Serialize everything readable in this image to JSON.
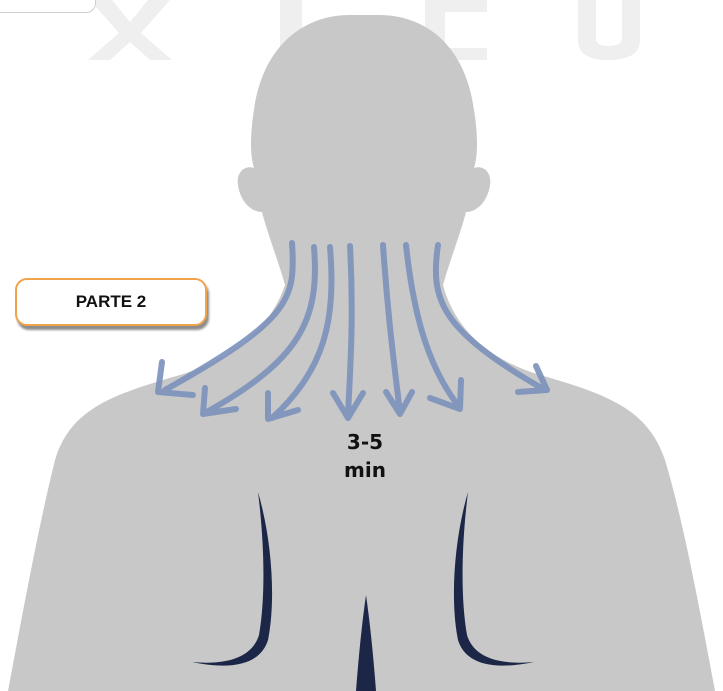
{
  "label": {
    "part": "PARTE 2"
  },
  "duration": {
    "value": "3-5",
    "unit": "min"
  },
  "colors": {
    "silhouette": "#c8c8c8",
    "arrows": "#7e93bd",
    "muscle_lines": "#1c2748",
    "label_border": "#f0a34a",
    "watermark": "#efefef"
  },
  "icons": {
    "arrows": "downward-curved-arrow",
    "silhouette": "human-upper-back-silhouette"
  }
}
